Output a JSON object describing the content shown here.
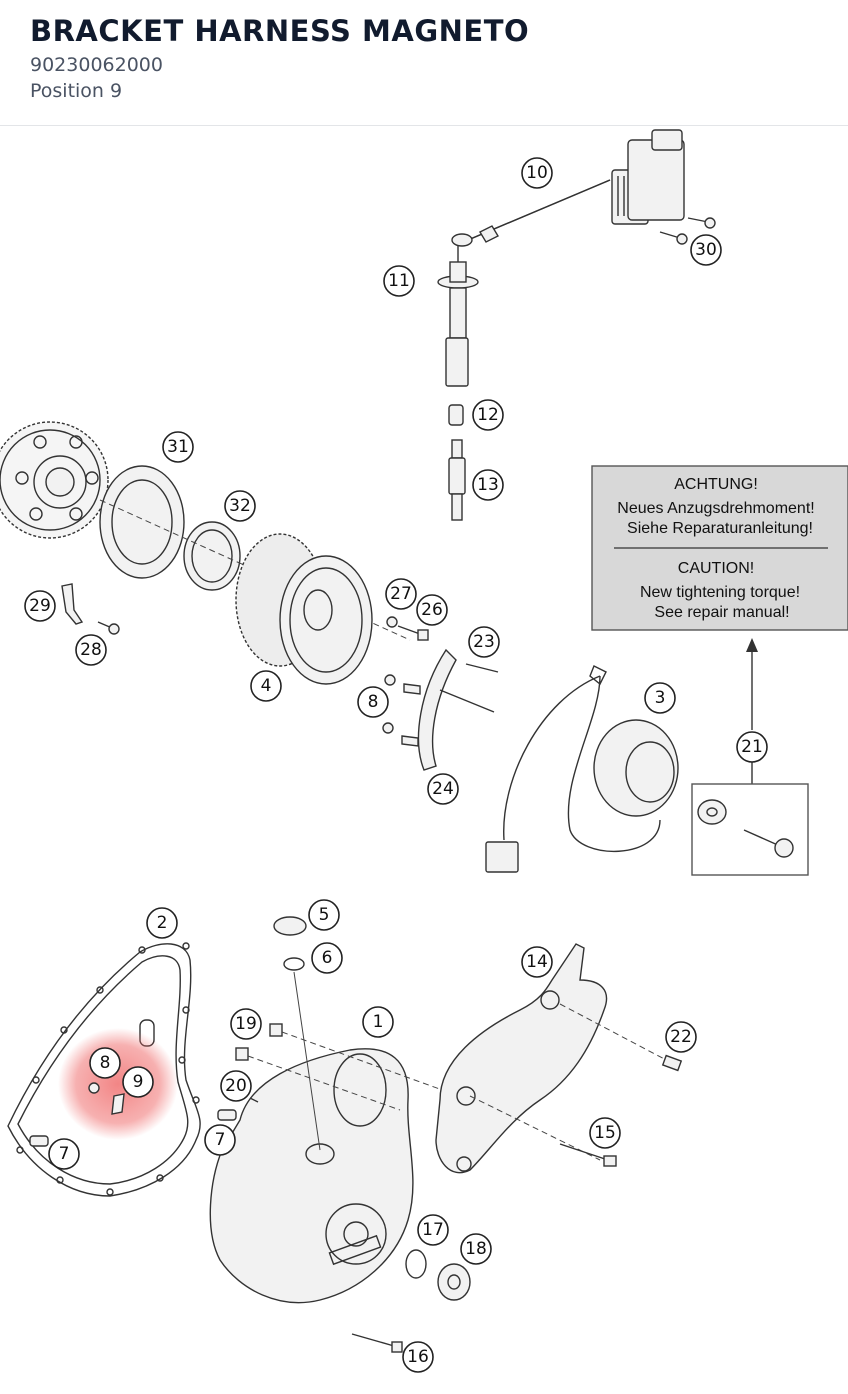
{
  "header": {
    "title": "BRACKET HARNESS MAGNETO",
    "part_number": "90230062000",
    "position": "Position 9"
  },
  "diagram": {
    "highlight_color": "#f07070",
    "highlighted_callouts": [
      "8",
      "9"
    ],
    "callouts": {
      "c1": "1",
      "c2": "2",
      "c3": "3",
      "c4": "4",
      "c5": "5",
      "c6": "6",
      "c7a": "7",
      "c7b": "7",
      "c8a": "8",
      "c8b": "8",
      "c9": "9",
      "c10": "10",
      "c11": "11",
      "c12": "12",
      "c13": "13",
      "c14": "14",
      "c15": "15",
      "c16": "16",
      "c17": "17",
      "c18": "18",
      "c19": "19",
      "c20": "20",
      "c21": "21",
      "c22": "22",
      "c23": "23",
      "c24": "24",
      "c26": "26",
      "c27": "27",
      "c28": "28",
      "c29": "29",
      "c30": "30",
      "c31": "31",
      "c32": "32"
    },
    "notice": {
      "de_title": "ACHTUNG!",
      "de_line1": "Neues Anzugsdrehmoment!",
      "de_line2": "Siehe Reparaturanleitung!",
      "en_title": "CAUTION!",
      "en_line1": "New tightening torque!",
      "en_line2": "See repair manual!"
    }
  }
}
